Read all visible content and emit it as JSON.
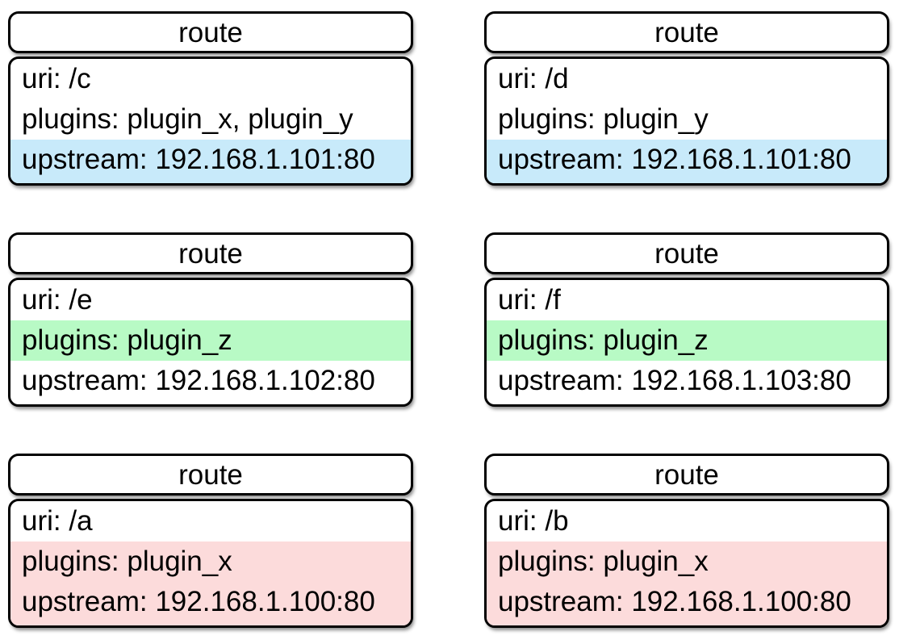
{
  "colors": {
    "page_background": "#ffffff",
    "card_background": "#ffffff",
    "border": "#000000",
    "text": "#000000",
    "highlight_blue": "#c8eafa",
    "highlight_green": "#b8fac5",
    "highlight_pink": "#fcdbdb"
  },
  "cards": [
    {
      "title": "route",
      "lines": [
        {
          "text": "uri: /c",
          "highlight": "none"
        },
        {
          "text": "plugins: plugin_x, plugin_y",
          "highlight": "none"
        },
        {
          "text": "upstream: 192.168.1.101:80",
          "highlight": "blue"
        }
      ]
    },
    {
      "title": "route",
      "lines": [
        {
          "text": "uri: /d",
          "highlight": "none"
        },
        {
          "text": "plugins: plugin_y",
          "highlight": "none"
        },
        {
          "text": "upstream: 192.168.1.101:80",
          "highlight": "blue"
        }
      ]
    },
    {
      "title": "route",
      "lines": [
        {
          "text": "uri: /e",
          "highlight": "none"
        },
        {
          "text": "plugins: plugin_z",
          "highlight": "green"
        },
        {
          "text": "upstream: 192.168.1.102:80",
          "highlight": "none"
        }
      ]
    },
    {
      "title": "route",
      "lines": [
        {
          "text": "uri: /f",
          "highlight": "none"
        },
        {
          "text": "plugins: plugin_z",
          "highlight": "green"
        },
        {
          "text": "upstream: 192.168.1.103:80",
          "highlight": "none"
        }
      ]
    },
    {
      "title": "route",
      "lines": [
        {
          "text": "uri: /a",
          "highlight": "none"
        },
        {
          "text": "plugins: plugin_x",
          "highlight": "pink"
        },
        {
          "text": "upstream: 192.168.1.100:80",
          "highlight": "pink"
        }
      ]
    },
    {
      "title": "route",
      "lines": [
        {
          "text": "uri: /b",
          "highlight": "none"
        },
        {
          "text": "plugins: plugin_x",
          "highlight": "pink"
        },
        {
          "text": "upstream: 192.168.1.100:80",
          "highlight": "pink"
        }
      ]
    }
  ]
}
